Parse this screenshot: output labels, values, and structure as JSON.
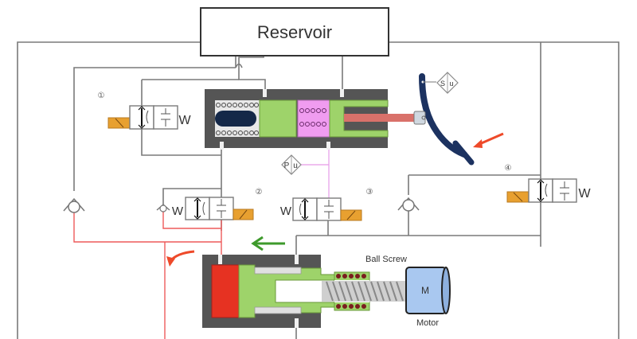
{
  "title": "Brake-by-wire hydraulic circuit",
  "reservoir": {
    "label": "Reservoir"
  },
  "valves": [
    {
      "id": "1",
      "label": "①",
      "spring": "W"
    },
    {
      "id": "2",
      "label": "②",
      "spring": "W"
    },
    {
      "id": "3",
      "label": "③",
      "spring": "W"
    },
    {
      "id": "4",
      "label": "④",
      "spring": "W"
    }
  ],
  "sensors": {
    "pressure": {
      "left": "P",
      "right": "u"
    },
    "stroke": {
      "left": "S",
      "right": "u"
    }
  },
  "actuator": {
    "ball_screw_label": "Ball Screw",
    "motor_symbol": "M",
    "motor_label": "Motor"
  },
  "colors": {
    "line": "#7a7a7a",
    "pressure_line": "#ee5a5a",
    "pedal_line": "#e79be8",
    "housing": "#555555",
    "piston_green": "#9ed36a",
    "chamber_pink": "#f09cf0",
    "piston_red": "#e63222",
    "pedal": "#1c3260",
    "solenoid": "#e8a030",
    "motor": "#a9c8f0",
    "arrow_green": "#3e9a2c",
    "arrow_red": "#ee4a2a"
  }
}
